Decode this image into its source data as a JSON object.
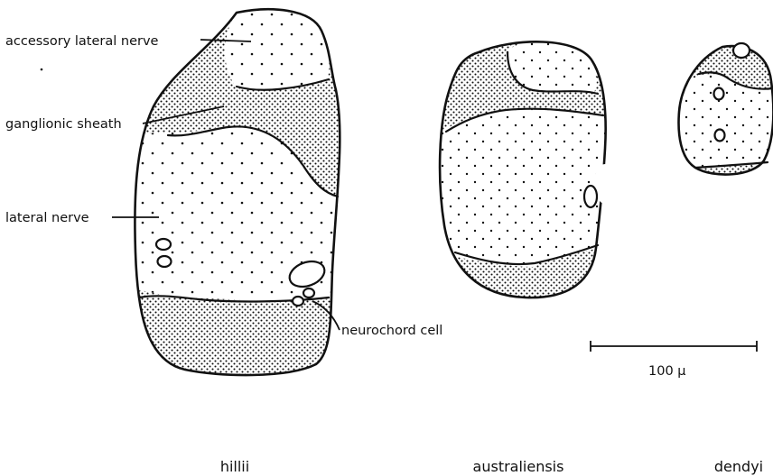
{
  "labels": {
    "accessory_lateral_nerve": "accessory lateral nerve",
    "ganglionic_sheath": "ganglionic sheath",
    "lateral_nerve": "lateral nerve",
    "neurochord_cell": "neurochord cell"
  },
  "scale_bar": {
    "label": "100 μ"
  },
  "species": {
    "hillii": "hillii",
    "australiensis": "australiensis",
    "dendyi": "dendyi"
  },
  "colors": {
    "ink": "#111111",
    "background": "#ffffff"
  }
}
